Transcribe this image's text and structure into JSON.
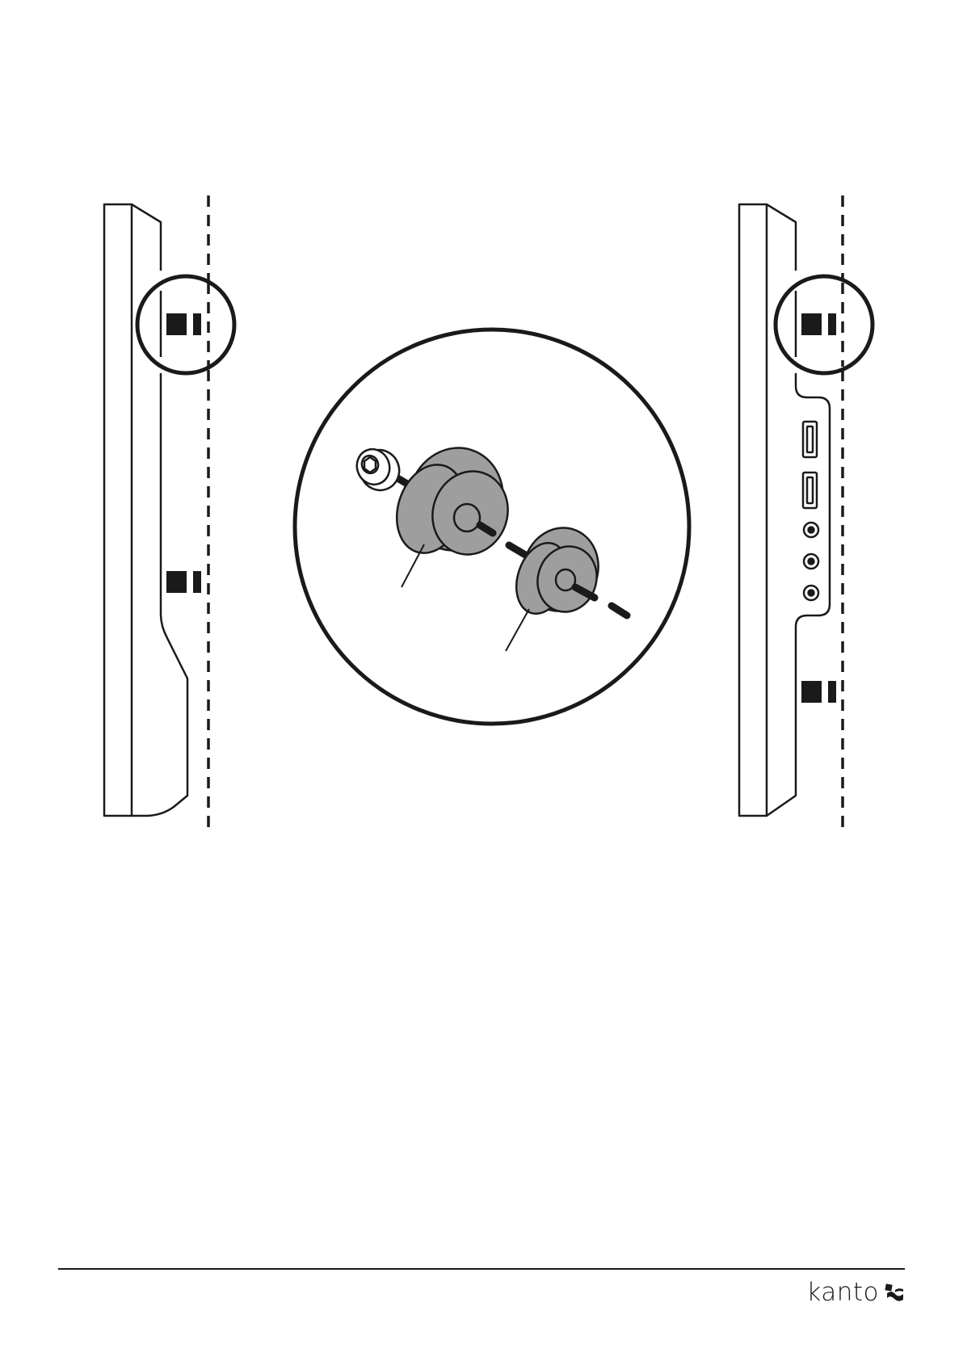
{
  "figure": {
    "description_visible_text": "none",
    "left_view": {
      "kind": "side-profile",
      "mount_blocks": 2,
      "detail_circle": true
    },
    "right_view": {
      "kind": "side-profile-with-ports",
      "mount_blocks": 2,
      "detail_circle": true,
      "ports": [
        "hdmi-port",
        "hdmi-port",
        "round-jack",
        "round-jack",
        "round-jack"
      ]
    },
    "detail": {
      "parts": [
        "screw",
        "spacer",
        "spacer"
      ],
      "spacer_color": "#9e9e9e"
    },
    "line_color": "#1a1a1a"
  },
  "footer": {
    "brand_name": "kanto"
  }
}
